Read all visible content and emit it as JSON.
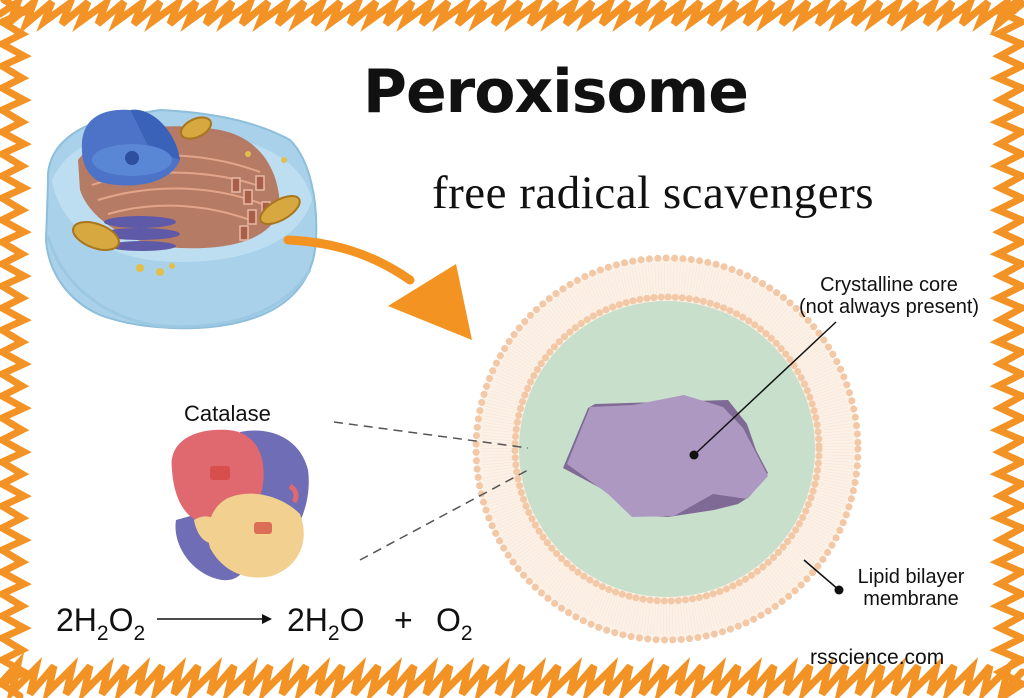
{
  "title": "Peroxisome",
  "subtitle": "free radical scavengers",
  "labels": {
    "catalase": "Catalase",
    "crystalline_core_line1": "Crystalline core",
    "crystalline_core_line2": "(not always present)",
    "membrane_line1": "Lipid bilayer",
    "membrane_line2": "membrane",
    "watermark": "rsscience.com"
  },
  "equation": {
    "reactant": {
      "coef": "2",
      "a": "H",
      "a_sub": "2",
      "b": "O",
      "b_sub": "2"
    },
    "product1": {
      "coef": "2",
      "a": "H",
      "a_sub": "2",
      "b": "O"
    },
    "plus": "+",
    "product2": {
      "a": "O",
      "a_sub": "2"
    }
  },
  "colors": {
    "border_orange": "#F39325",
    "arrow_orange": "#F39322",
    "matrix_green": "#C7DFCB",
    "core_purple": "#AD98C2",
    "lipid_head": "#F2C8A6",
    "catalase_red": "#E0686F",
    "catalase_blue": "#6E6DB5",
    "catalase_yellow": "#F2D08F",
    "cell_blue": "#A9D2EA"
  }
}
